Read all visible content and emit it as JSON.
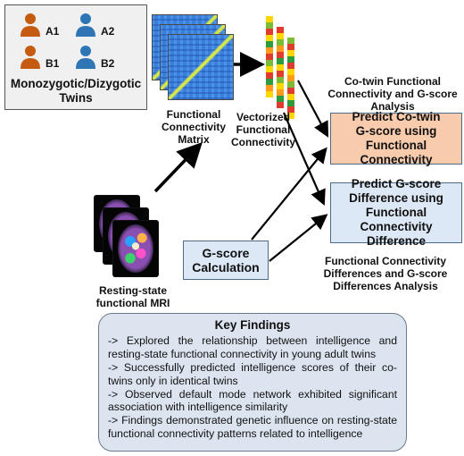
{
  "twins": {
    "members": [
      {
        "label": "A1",
        "color": "#c55a11"
      },
      {
        "label": "A2",
        "color": "#2e75b6"
      },
      {
        "label": "B1",
        "color": "#c55a11"
      },
      {
        "label": "B2",
        "color": "#2e75b6"
      }
    ],
    "title_line1": "Monozygotic/Dizygotic",
    "title_line2": "Twins"
  },
  "fc_matrix_label": [
    "Functional",
    "Connectivity",
    "Matrix"
  ],
  "vectorized_label": [
    "Vectorized",
    "Functional",
    "Connectivity"
  ],
  "mri_label": [
    "Resting-state",
    "functional MRI"
  ],
  "analysis_top": [
    "Co-twin Functional",
    "Connectivity and G-score",
    "Analysis"
  ],
  "predict_cotwin": [
    "Predict Co-twin",
    "G-score using",
    "Functional Connectivity"
  ],
  "predict_diff": [
    "Predict G-score",
    "Difference using",
    "Functional Connectivity",
    "Difference"
  ],
  "gscore_calc": [
    "G-score",
    "Calculation"
  ],
  "analysis_bottom": [
    "Functional Connectivity",
    "Differences and G-score",
    "Differences Analysis"
  ],
  "findings": {
    "title": "Key Findings",
    "items": [
      "-> Explored the relationship between intelligence and resting-state functional connectivity in young adult twins",
      "-> Successfully predicted intelligence scores of their co-twins only in identical twins",
      "-> Observed default mode network exhibited significant association with intelligence similarity",
      "-> Findings demonstrated genetic influence on resting-state functional connectivity patterns related to intelligence"
    ]
  },
  "colors": {
    "orange_person": "#c55a11",
    "blue_person": "#2e75b6",
    "predict_box_orange": "#f8cbad",
    "predict_box_blue": "#dce8f5",
    "findings_bg": "#dce4ef",
    "arrow": "#000000"
  }
}
